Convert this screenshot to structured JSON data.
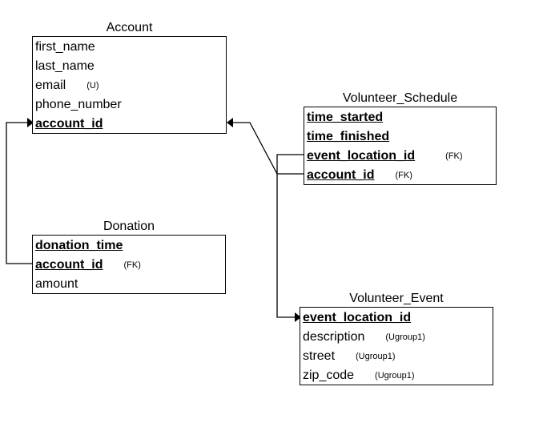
{
  "entities": {
    "account": {
      "title": "Account",
      "fields": [
        {
          "name": "first_name",
          "tag": ""
        },
        {
          "name": "last_name",
          "tag": ""
        },
        {
          "name": "email",
          "tag": "(U)"
        },
        {
          "name": "phone_number",
          "tag": ""
        },
        {
          "name": "account_id",
          "tag": ""
        }
      ]
    },
    "volunteer_schedule": {
      "title": "Volunteer_Schedule",
      "fields": [
        {
          "name": "time_started",
          "tag": ""
        },
        {
          "name": "time_finished",
          "tag": ""
        },
        {
          "name": "event_location_id",
          "tag": "(FK)"
        },
        {
          "name": "account_id",
          "tag": "(FK)"
        }
      ]
    },
    "donation": {
      "title": "Donation",
      "fields": [
        {
          "name": "donation_time",
          "tag": ""
        },
        {
          "name": "account_id",
          "tag": "(FK)"
        },
        {
          "name": "amount",
          "tag": ""
        }
      ]
    },
    "volunteer_event": {
      "title": "Volunteer_Event",
      "fields": [
        {
          "name": "event_location_id",
          "tag": ""
        },
        {
          "name": "description",
          "tag": "(Ugroup1)"
        },
        {
          "name": "street",
          "tag": "(Ugroup1)"
        },
        {
          "name": "zip_code",
          "tag": "(Ugroup1)"
        }
      ]
    }
  }
}
